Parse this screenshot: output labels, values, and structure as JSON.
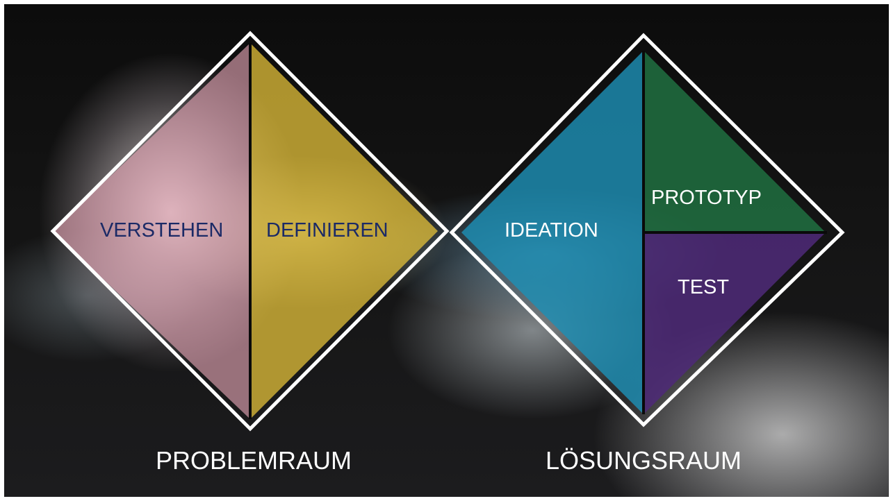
{
  "slide": {
    "colors": {
      "verstehen": "#e8a8b8",
      "definieren": "#e6c23a",
      "ideation": "#1d8fb5",
      "prototyp": "#1f6a3e",
      "test": "#4e2a78",
      "outline": "#ffffff",
      "dark_label": "#1b2a66"
    },
    "problem_space": {
      "label": "PROBLEMRAUM",
      "phases": [
        "VERSTEHEN",
        "DEFINIEREN"
      ]
    },
    "solution_space": {
      "label": "LÖSUNGSRAUM",
      "phases": [
        "IDEATION",
        "PROTOTYP",
        "TEST"
      ]
    }
  }
}
